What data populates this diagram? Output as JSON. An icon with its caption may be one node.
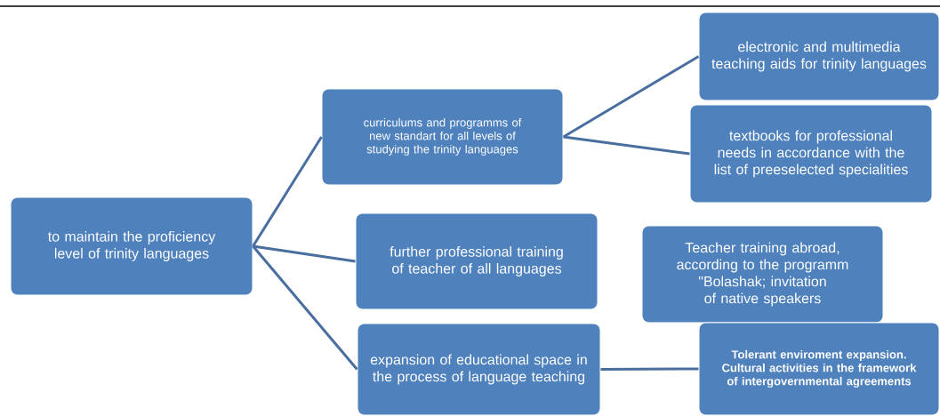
{
  "diagram": {
    "nodes": [
      {
        "text": [
          "to maintain the proficiency level of  trinity languages"
        ]
      },
      {
        "text": [
          "curriculums and programms of new standart for all levels of studying  the trinity languages"
        ]
      },
      {
        "text": [
          "electronic and multimedia teaching aids for trinity languages"
        ]
      },
      {
        "text": [
          "textbooks for professional needs in accordance with the list of preeselected specialities"
        ]
      },
      {
        "text": [
          "further professional training of teacher of  all languages"
        ]
      },
      {
        "text": [
          "Teacher training abroad, according to the programm \"Bolashak; invitation of native speakers"
        ]
      },
      {
        "text": [
          "expansion of educational space in the process of language teaching"
        ]
      },
      {
        "text": [
          "Tolerant enviroment expansion. Cultural activities in the framework of intergovernmental agreements"
        ]
      }
    ],
    "edges": [
      {
        "from": 0,
        "to": 1,
        "arrow": "none"
      },
      {
        "from": 0,
        "to": 4,
        "arrow": "none"
      },
      {
        "from": 0,
        "to": 6,
        "arrow": "none"
      },
      {
        "from": 1,
        "to": 2,
        "arrow": "none"
      },
      {
        "from": 1,
        "to": 3,
        "arrow": "none"
      },
      {
        "from": 6,
        "to": 7,
        "arrow": "none"
      }
    ]
  }
}
